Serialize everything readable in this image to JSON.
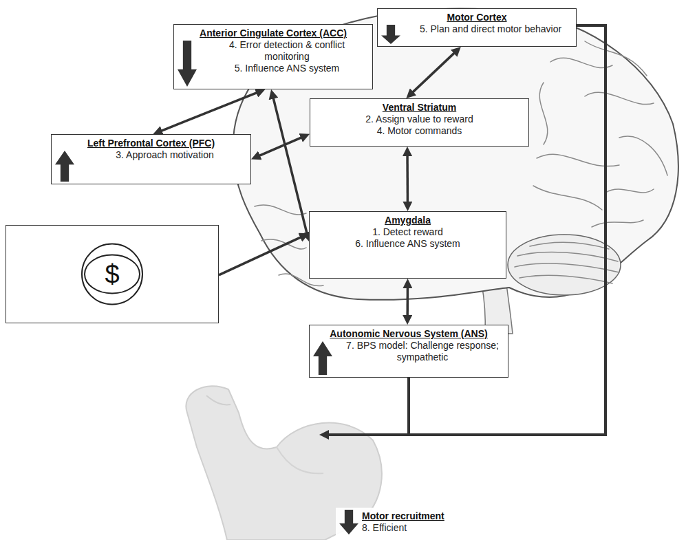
{
  "diagram": {
    "nodes": [
      {
        "text": [
          "Anterior Cingulate Cortex (ACC)",
          "4. Error detection & conflict monitoring",
          "5. Influence ANS system"
        ]
      },
      {
        "text": [
          "Motor Cortex",
          "5. Plan and direct motor behavior"
        ]
      },
      {
        "text": [
          "Left Prefrontal Cortex (PFC)",
          "3. Approach motivation"
        ]
      },
      {
        "text": [
          "Ventral Striatum",
          "2. Assign value to reward",
          "4. Motor commands"
        ]
      },
      {
        "text": [
          "$"
        ]
      },
      {
        "text": [
          "Amygdala",
          "1. Detect reward",
          "6. Influence ANS system"
        ]
      },
      {
        "text": [
          "Autonomic Nervous System (ANS)",
          "7. BPS model: Challenge response; sympathetic"
        ]
      },
      {
        "text": [
          "Motor recruitment",
          "8. Efficient"
        ]
      }
    ],
    "edges": [
      {
        "from": 0,
        "to": 2,
        "arrow": "both"
      },
      {
        "from": 0,
        "to": 5,
        "arrow": "both"
      },
      {
        "from": 2,
        "to": 3,
        "arrow": "both"
      },
      {
        "from": 3,
        "to": 1,
        "arrow": "both"
      },
      {
        "from": 3,
        "to": 5,
        "arrow": "both"
      },
      {
        "from": 5,
        "to": 6,
        "arrow": "both"
      },
      {
        "from": 4,
        "to": 5,
        "arrow": "to"
      }
    ]
  }
}
